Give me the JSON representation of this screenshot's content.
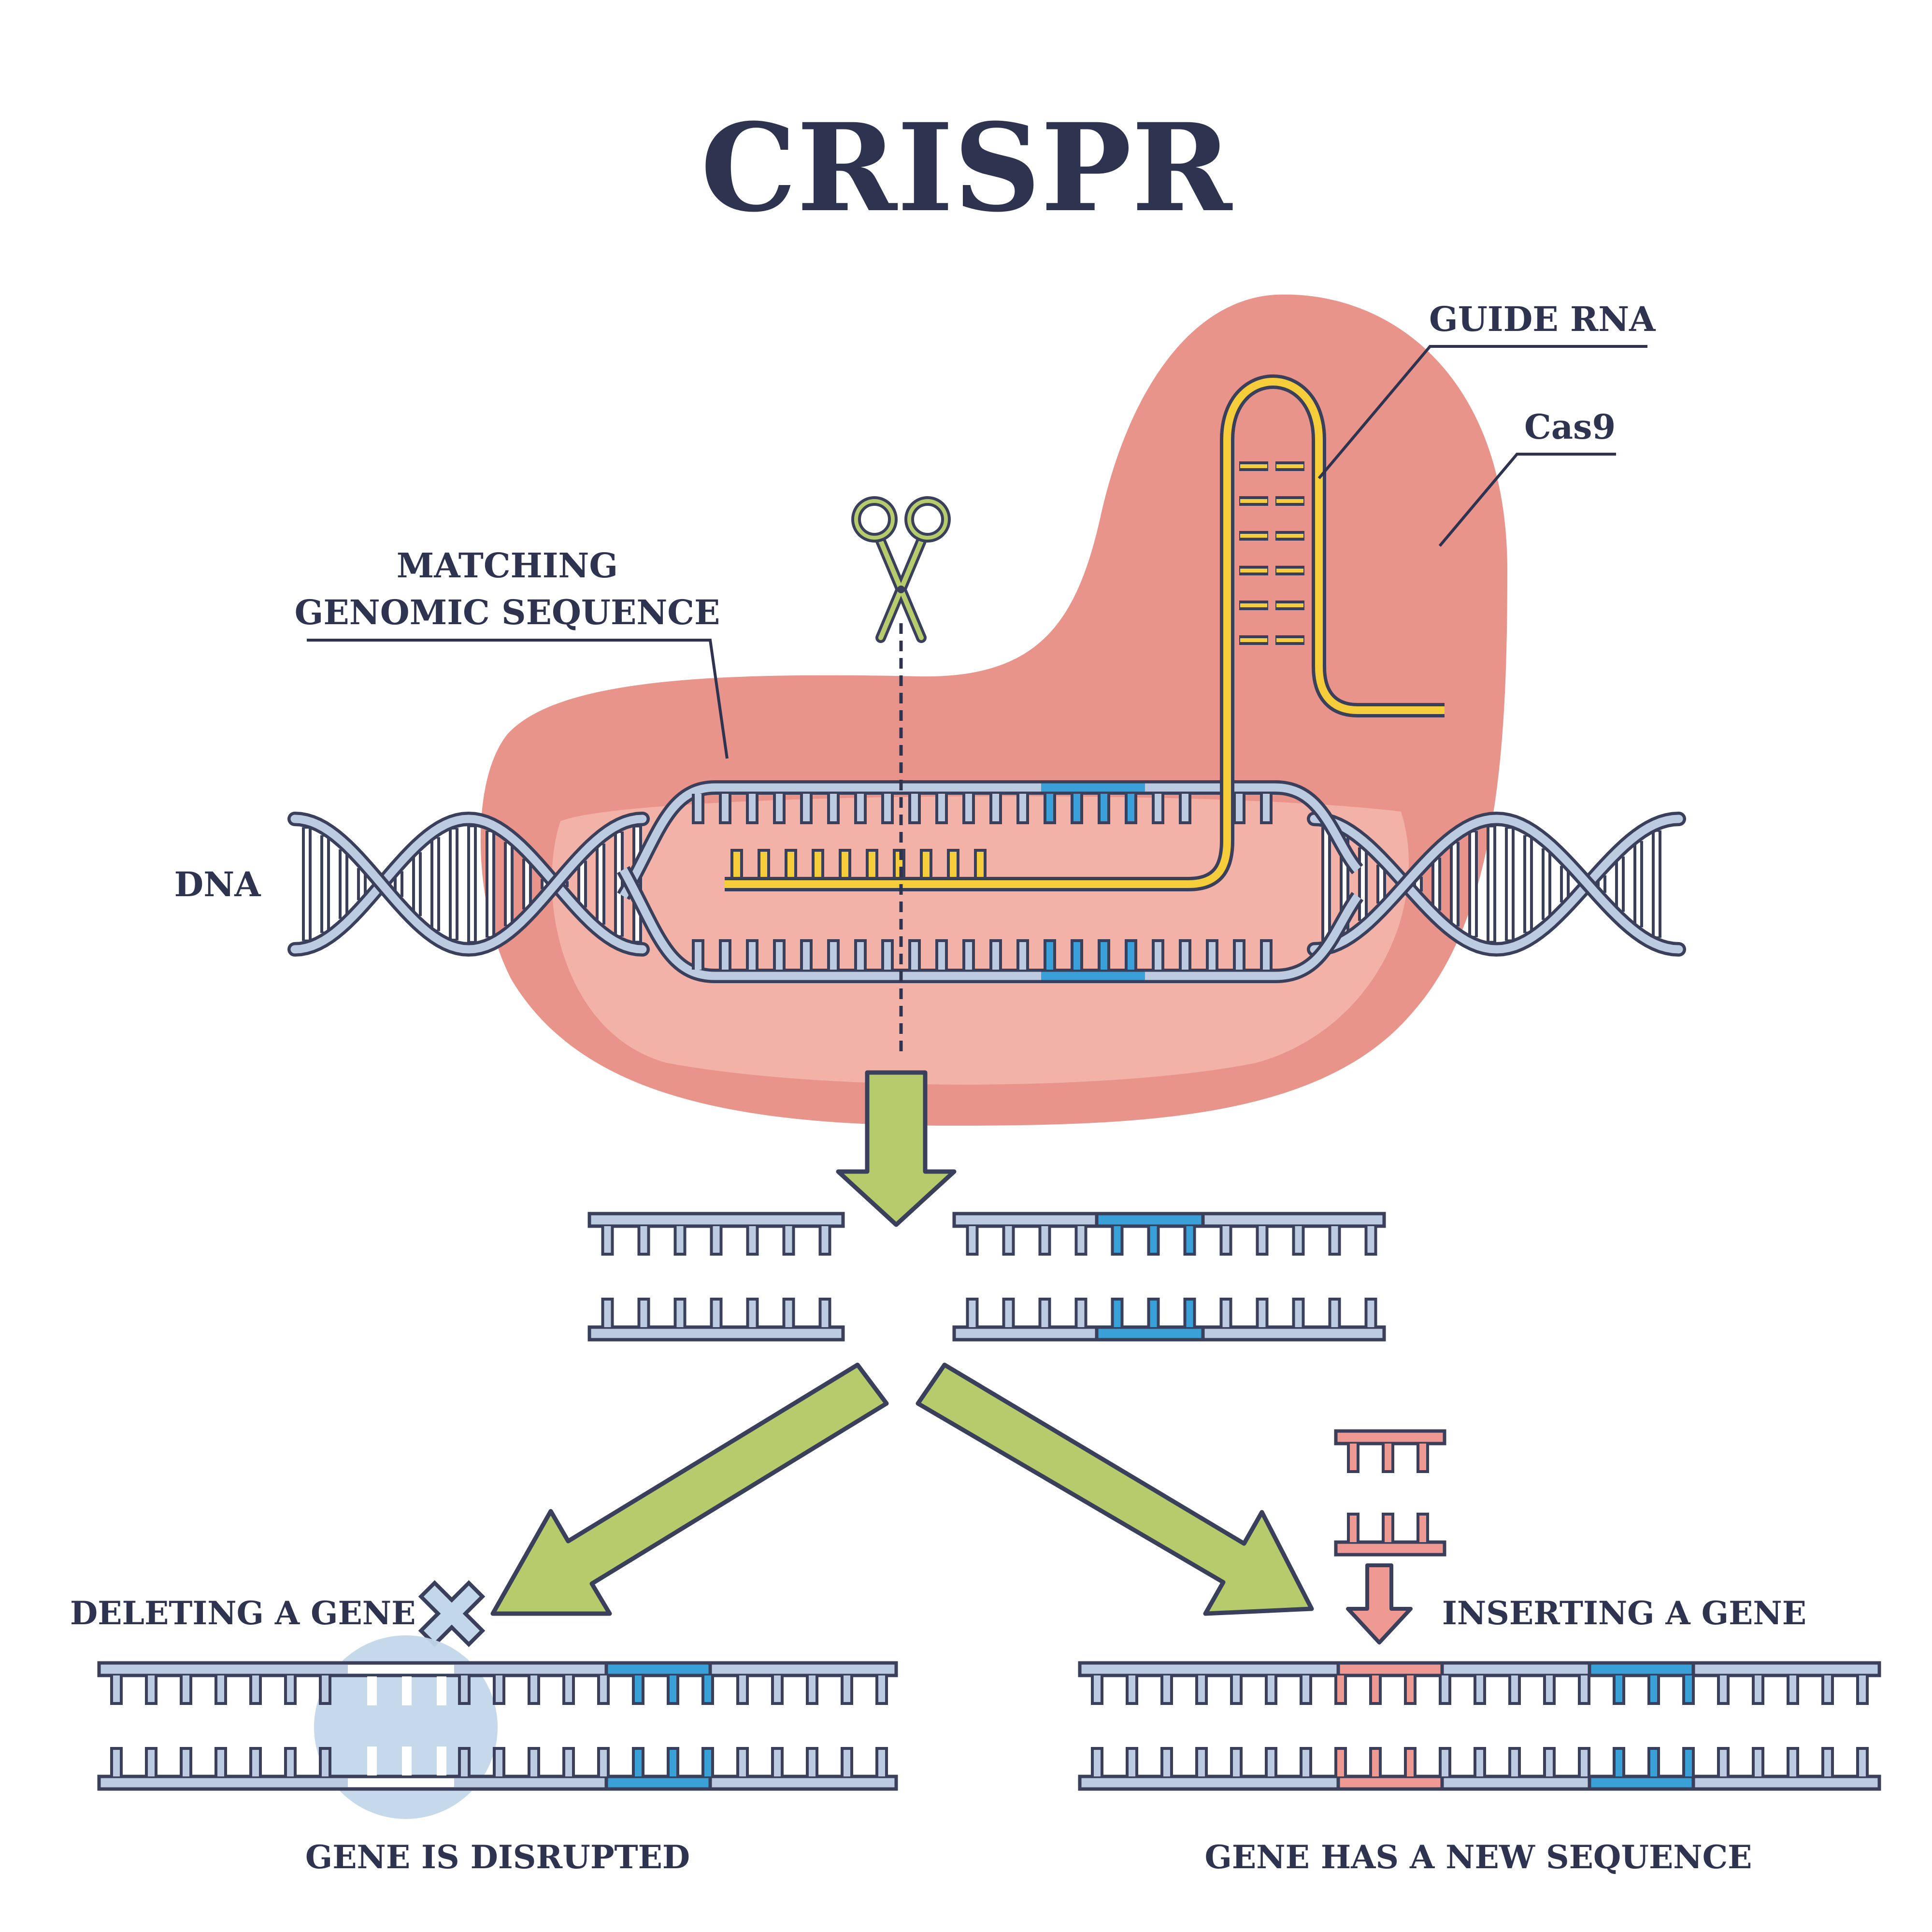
{
  "title": "CRISPR",
  "labels": {
    "guide_rna": "GUIDE RNA",
    "cas9": "Cas9",
    "matching_line1": "MATCHING",
    "matching_line2": "GENOMIC SEQUENCE",
    "dna": "DNA",
    "deleting": "DELETING A GENE",
    "inserting": "INSERTING A GENE",
    "disrupted": "GENE IS DISRUPTED",
    "new_sequence": "GENE HAS A NEW SEQUENCE"
  },
  "colors": {
    "text": "#2e3350",
    "outline": "#3a3f5c",
    "dna_strand": "#bccbe0",
    "target_blue": "#3aa0d8",
    "cas9": "#e9948a",
    "cas9_light": "#f3b5aa",
    "guide_rna": "#f5cd3a",
    "arrow_green": "#b6cc6c",
    "inserted_gene": "#ee9a92",
    "deleted_halo": "#c2d7e9",
    "scissors": "#b6cc6c"
  },
  "icons": [
    "scissors-icon",
    "cross-icon",
    "down-arrow-icon"
  ]
}
